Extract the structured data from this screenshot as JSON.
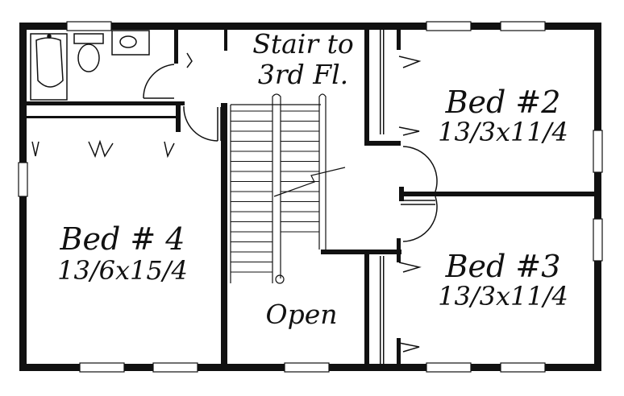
{
  "plan": {
    "rooms": [
      {
        "name": "Bed # 4",
        "size": "13/6x15/4"
      },
      {
        "name": "Bed #2",
        "size": "13/3x11/4"
      },
      {
        "name": "Bed #3",
        "size": "13/3x11/4"
      }
    ],
    "stair_label": [
      "Stair to",
      "3rd Fl."
    ],
    "open_label": "Open"
  },
  "colors": {
    "wall": "#111111",
    "background": "#ffffff"
  }
}
